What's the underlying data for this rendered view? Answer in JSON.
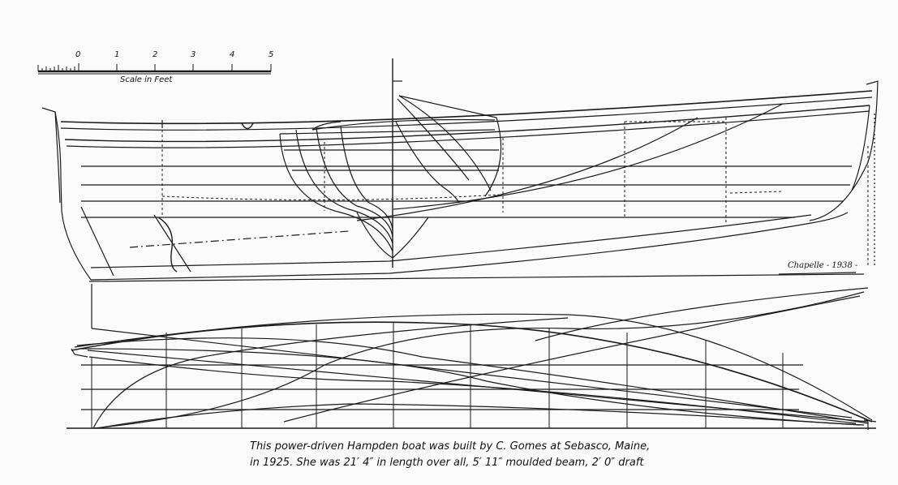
{
  "scale": {
    "title": "Scale in Feet",
    "labels": [
      "0",
      "1",
      "2",
      "3",
      "4",
      "5"
    ]
  },
  "signature": "Chapelle - 1938 -",
  "caption": {
    "line1": "This power-driven Hampden boat was built by C. Gomes at Sebasco, Maine,",
    "line2": "in 1925. She was 21′ 4″ in length over all, 5′ 11″ moulded beam, 2′ 0″ draft"
  },
  "colors": {
    "ink": "#1a1a1a",
    "paper": "#fbfbfb"
  }
}
